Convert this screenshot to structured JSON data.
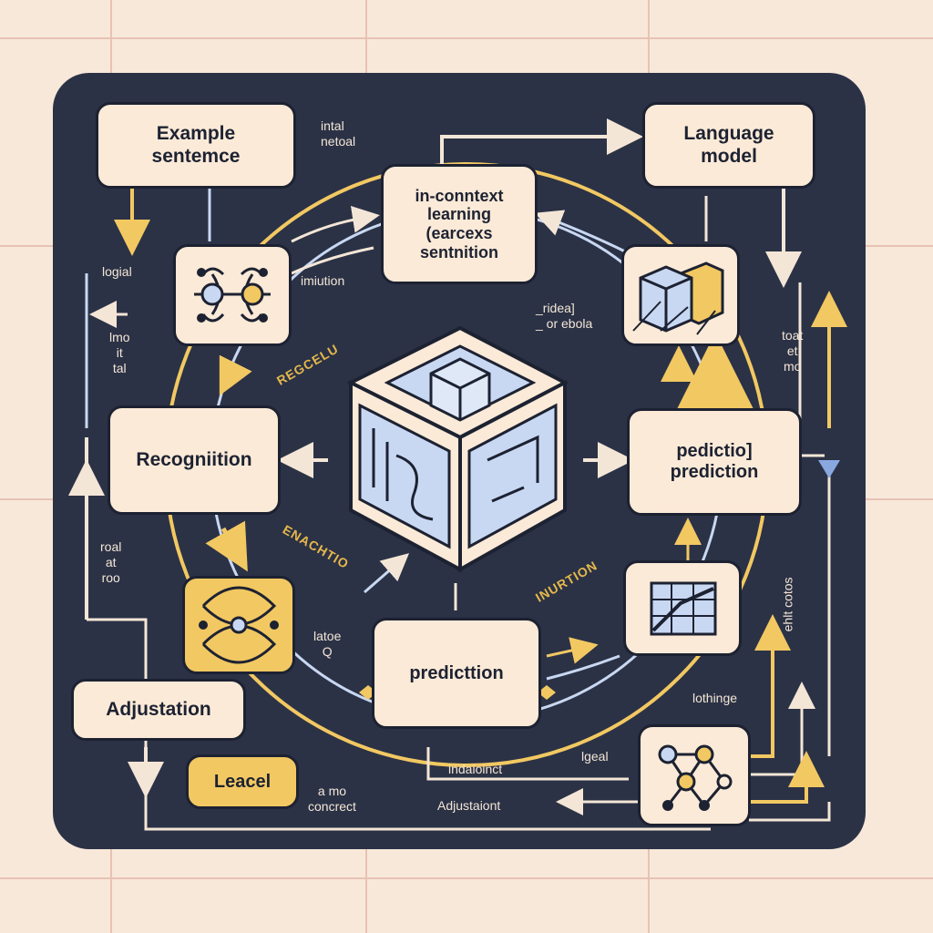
{
  "nodes": {
    "example_sentence": "Example\nsentemce",
    "language_model": "Language\nmodel",
    "in_context": "in-conntext\nlearning\n(earcexs\nsentnition",
    "recognition": "Recogniition",
    "prediction_right": "pedictio]\nprediction",
    "prediction_bottom": "predicttion",
    "adjustation": "Adjustation",
    "leacel": "Leacel"
  },
  "labels": {
    "intal_netoal": "intal\nnetoal",
    "imiution": "imiution",
    "logial_left": "logial",
    "imo_tal": "lmo\nit\ntal",
    "regcelu": "REGCELU",
    "ridea": "_ridea]\n_ or ebola",
    "toal_ino": "toat\net\nmo",
    "roal_roo": "roal\nat\nroo",
    "encurtio": "ENACHTIO",
    "inurtion": "INURTION",
    "latoe_q": "latoe\nQ",
    "ano_concrect": "a mo\nconcrect",
    "indaioinct": "indaioinct",
    "adjustaiont": "Adjustaiont",
    "lgeal": "lgeal",
    "lothinge": "lothinge",
    "ehlt_cotos": "ehlt cotos"
  },
  "colors": {
    "background": "#f8e8da",
    "board": "#2b3246",
    "card": "#fbead7",
    "accent_yellow": "#f2c862",
    "accent_blue": "#c9d8f2",
    "line": "#f4e6d6"
  },
  "icons": [
    "molecule-icon",
    "cube-icon",
    "central-cube-icon",
    "network-knot-icon",
    "line-chart-icon",
    "graph-node-icon"
  ]
}
